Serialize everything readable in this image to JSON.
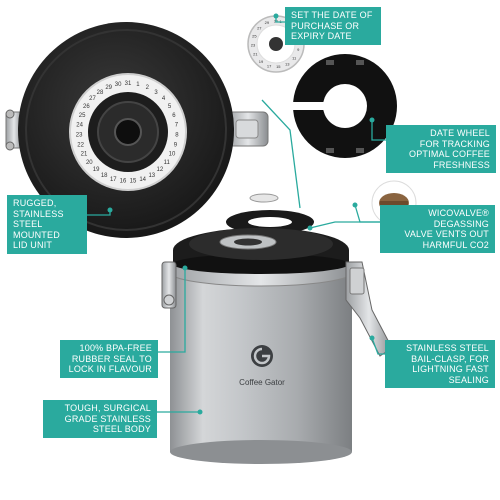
{
  "callouts": {
    "date_purchase": "SET THE DATE OF\nPURCHASE OR\nEXPIRY DATE",
    "date_wheel": "DATE WHEEL\nFOR TRACKING\nOPTIMAL COFFEE\nFRESHNESS",
    "lid": "RUGGED,\nSTAINLESS\nSTEEL MOUNTED\nLID UNIT",
    "valve": "WICOVALVE®\nDEGASSING\nVALVE VENTS OUT\nHARMFUL CO2",
    "seal": "100% BPA-FREE\nRUBBER SEAL TO\nLOCK IN FLAVOUR",
    "bail": "STAINLESS STEEL\nBAIL-CLASP, FOR\nLIGHTNING FAST\nSEALING",
    "body": "TOUGH, SURGICAL\nGRADE STAINLESS\nSTEEL BODY"
  },
  "brand": {
    "logo_text": "Coffee Gator"
  },
  "colors": {
    "accent": "#2aaa9e",
    "lid_black": "#222222",
    "steel": "#b9bcbf",
    "cork": "#8a6440"
  }
}
